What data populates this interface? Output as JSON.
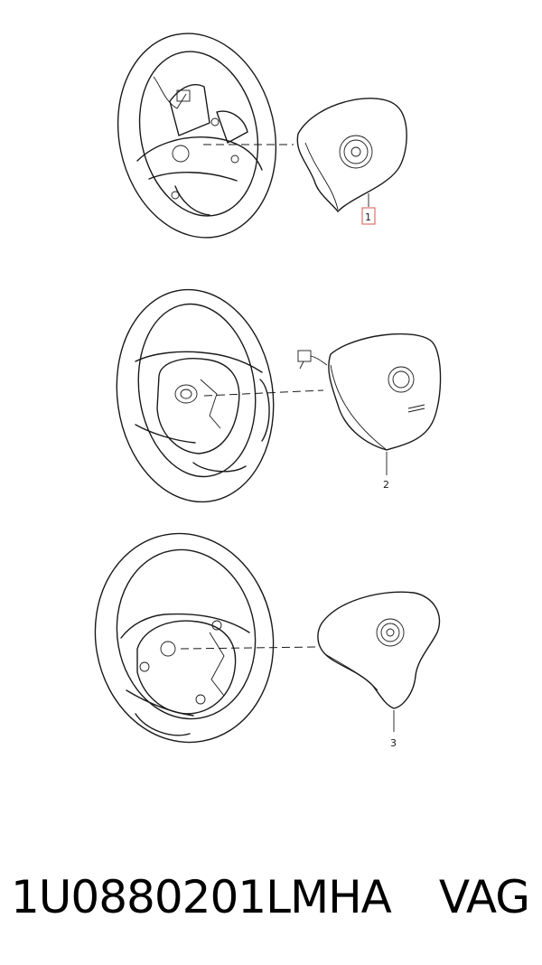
{
  "diagram": {
    "callouts": [
      {
        "label": "1",
        "highlighted": true
      },
      {
        "label": "2",
        "highlighted": false
      },
      {
        "label": "3",
        "highlighted": false
      }
    ],
    "highlight_color": "#d9534f"
  },
  "footer": {
    "part_number": "1U0880201LMHA",
    "brand": "VAG"
  }
}
